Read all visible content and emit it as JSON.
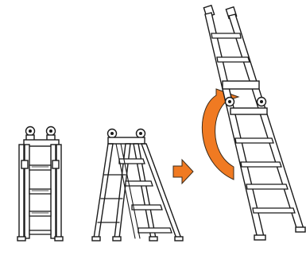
{
  "figure": {
    "panels": [
      {
        "name": "folded-ladder",
        "state": "folded"
      },
      {
        "name": "a-frame-ladder",
        "state": "a-frame"
      },
      {
        "name": "extension-ladder",
        "state": "extended"
      }
    ],
    "arrows": [
      {
        "name": "straight-arrow",
        "meaning": "next-step"
      },
      {
        "name": "curved-arrow",
        "meaning": "rotate-open"
      }
    ]
  },
  "colors": {
    "arrow": "#f07a22",
    "arrow_outline": "#3a2a1a",
    "line": "#1a1a1a",
    "background": "#ffffff"
  }
}
